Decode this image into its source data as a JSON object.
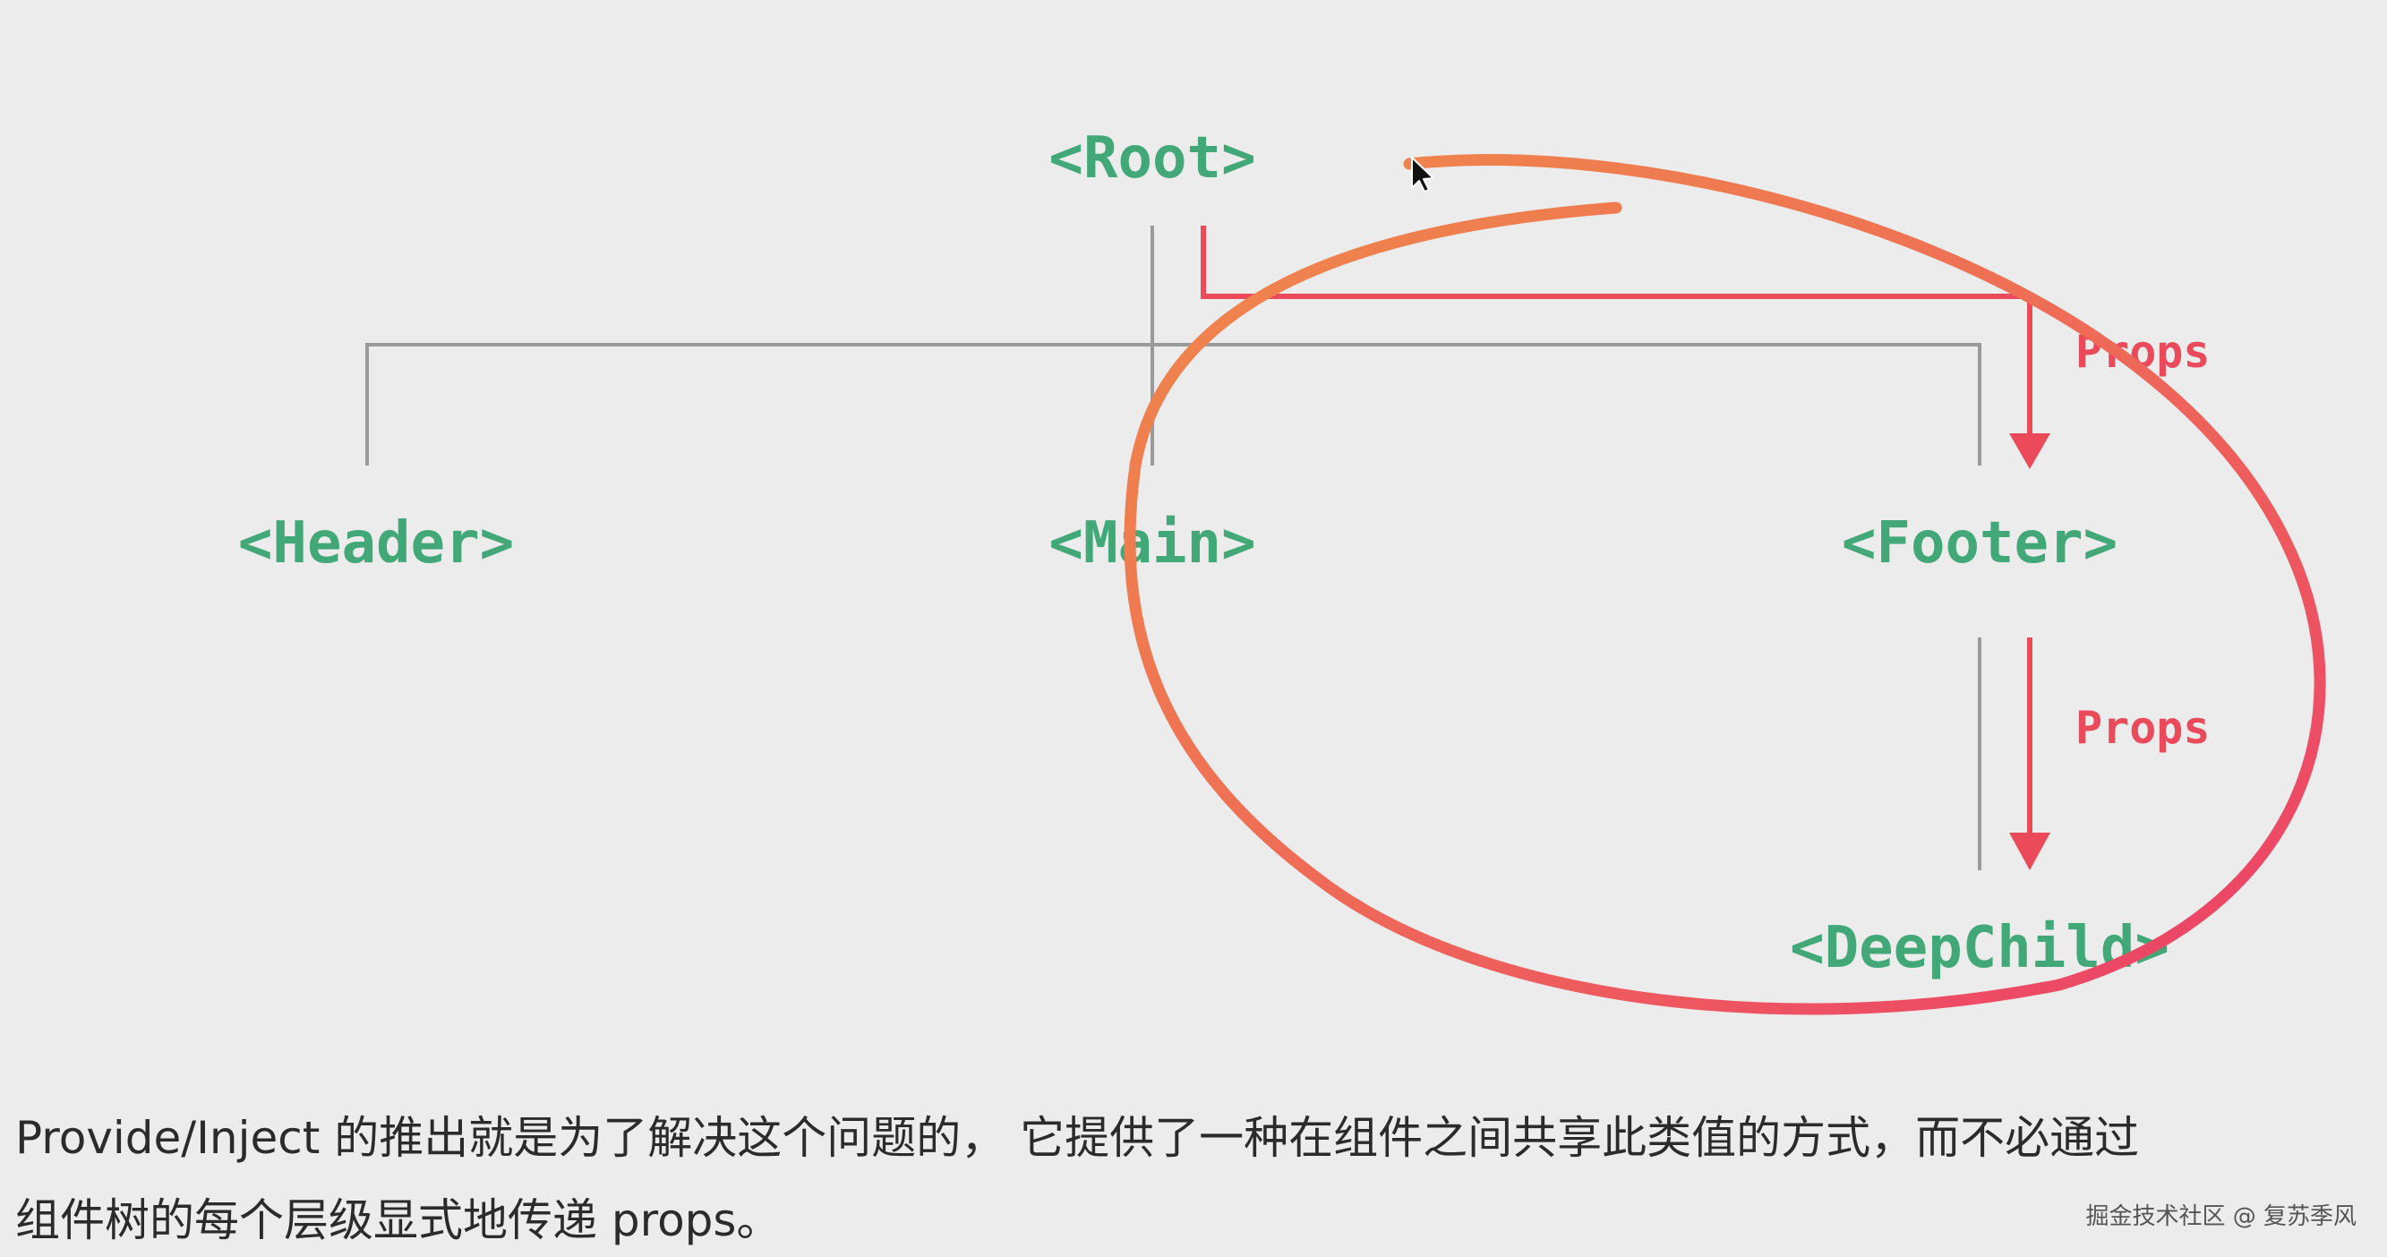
{
  "diagram": {
    "nodes": {
      "root": "<Root>",
      "header": "<Header>",
      "main": "<Main>",
      "footer": "<Footer>",
      "deepchild": "<DeepChild>"
    },
    "edge_labels": {
      "props_root_to_footer": "Props",
      "props_footer_to_deepchild": "Props"
    }
  },
  "caption": {
    "line1": "Provide/Inject 的推出就是为了解决这个问题的， 它提供了一种在组件之间共享此类值的方式，而不必通过",
    "line2": "组件树的每个层级显式地传递 props。"
  },
  "watermark": "掘金技术社区 @ 复苏季风",
  "colors": {
    "node_green": "#42a877",
    "props_red": "#ea4a5a",
    "tree_line_gray": "#9a9a9a",
    "annotation_orange": "#ef7f48",
    "annotation_pink": "#ec3f6f",
    "background": "#ececec"
  }
}
